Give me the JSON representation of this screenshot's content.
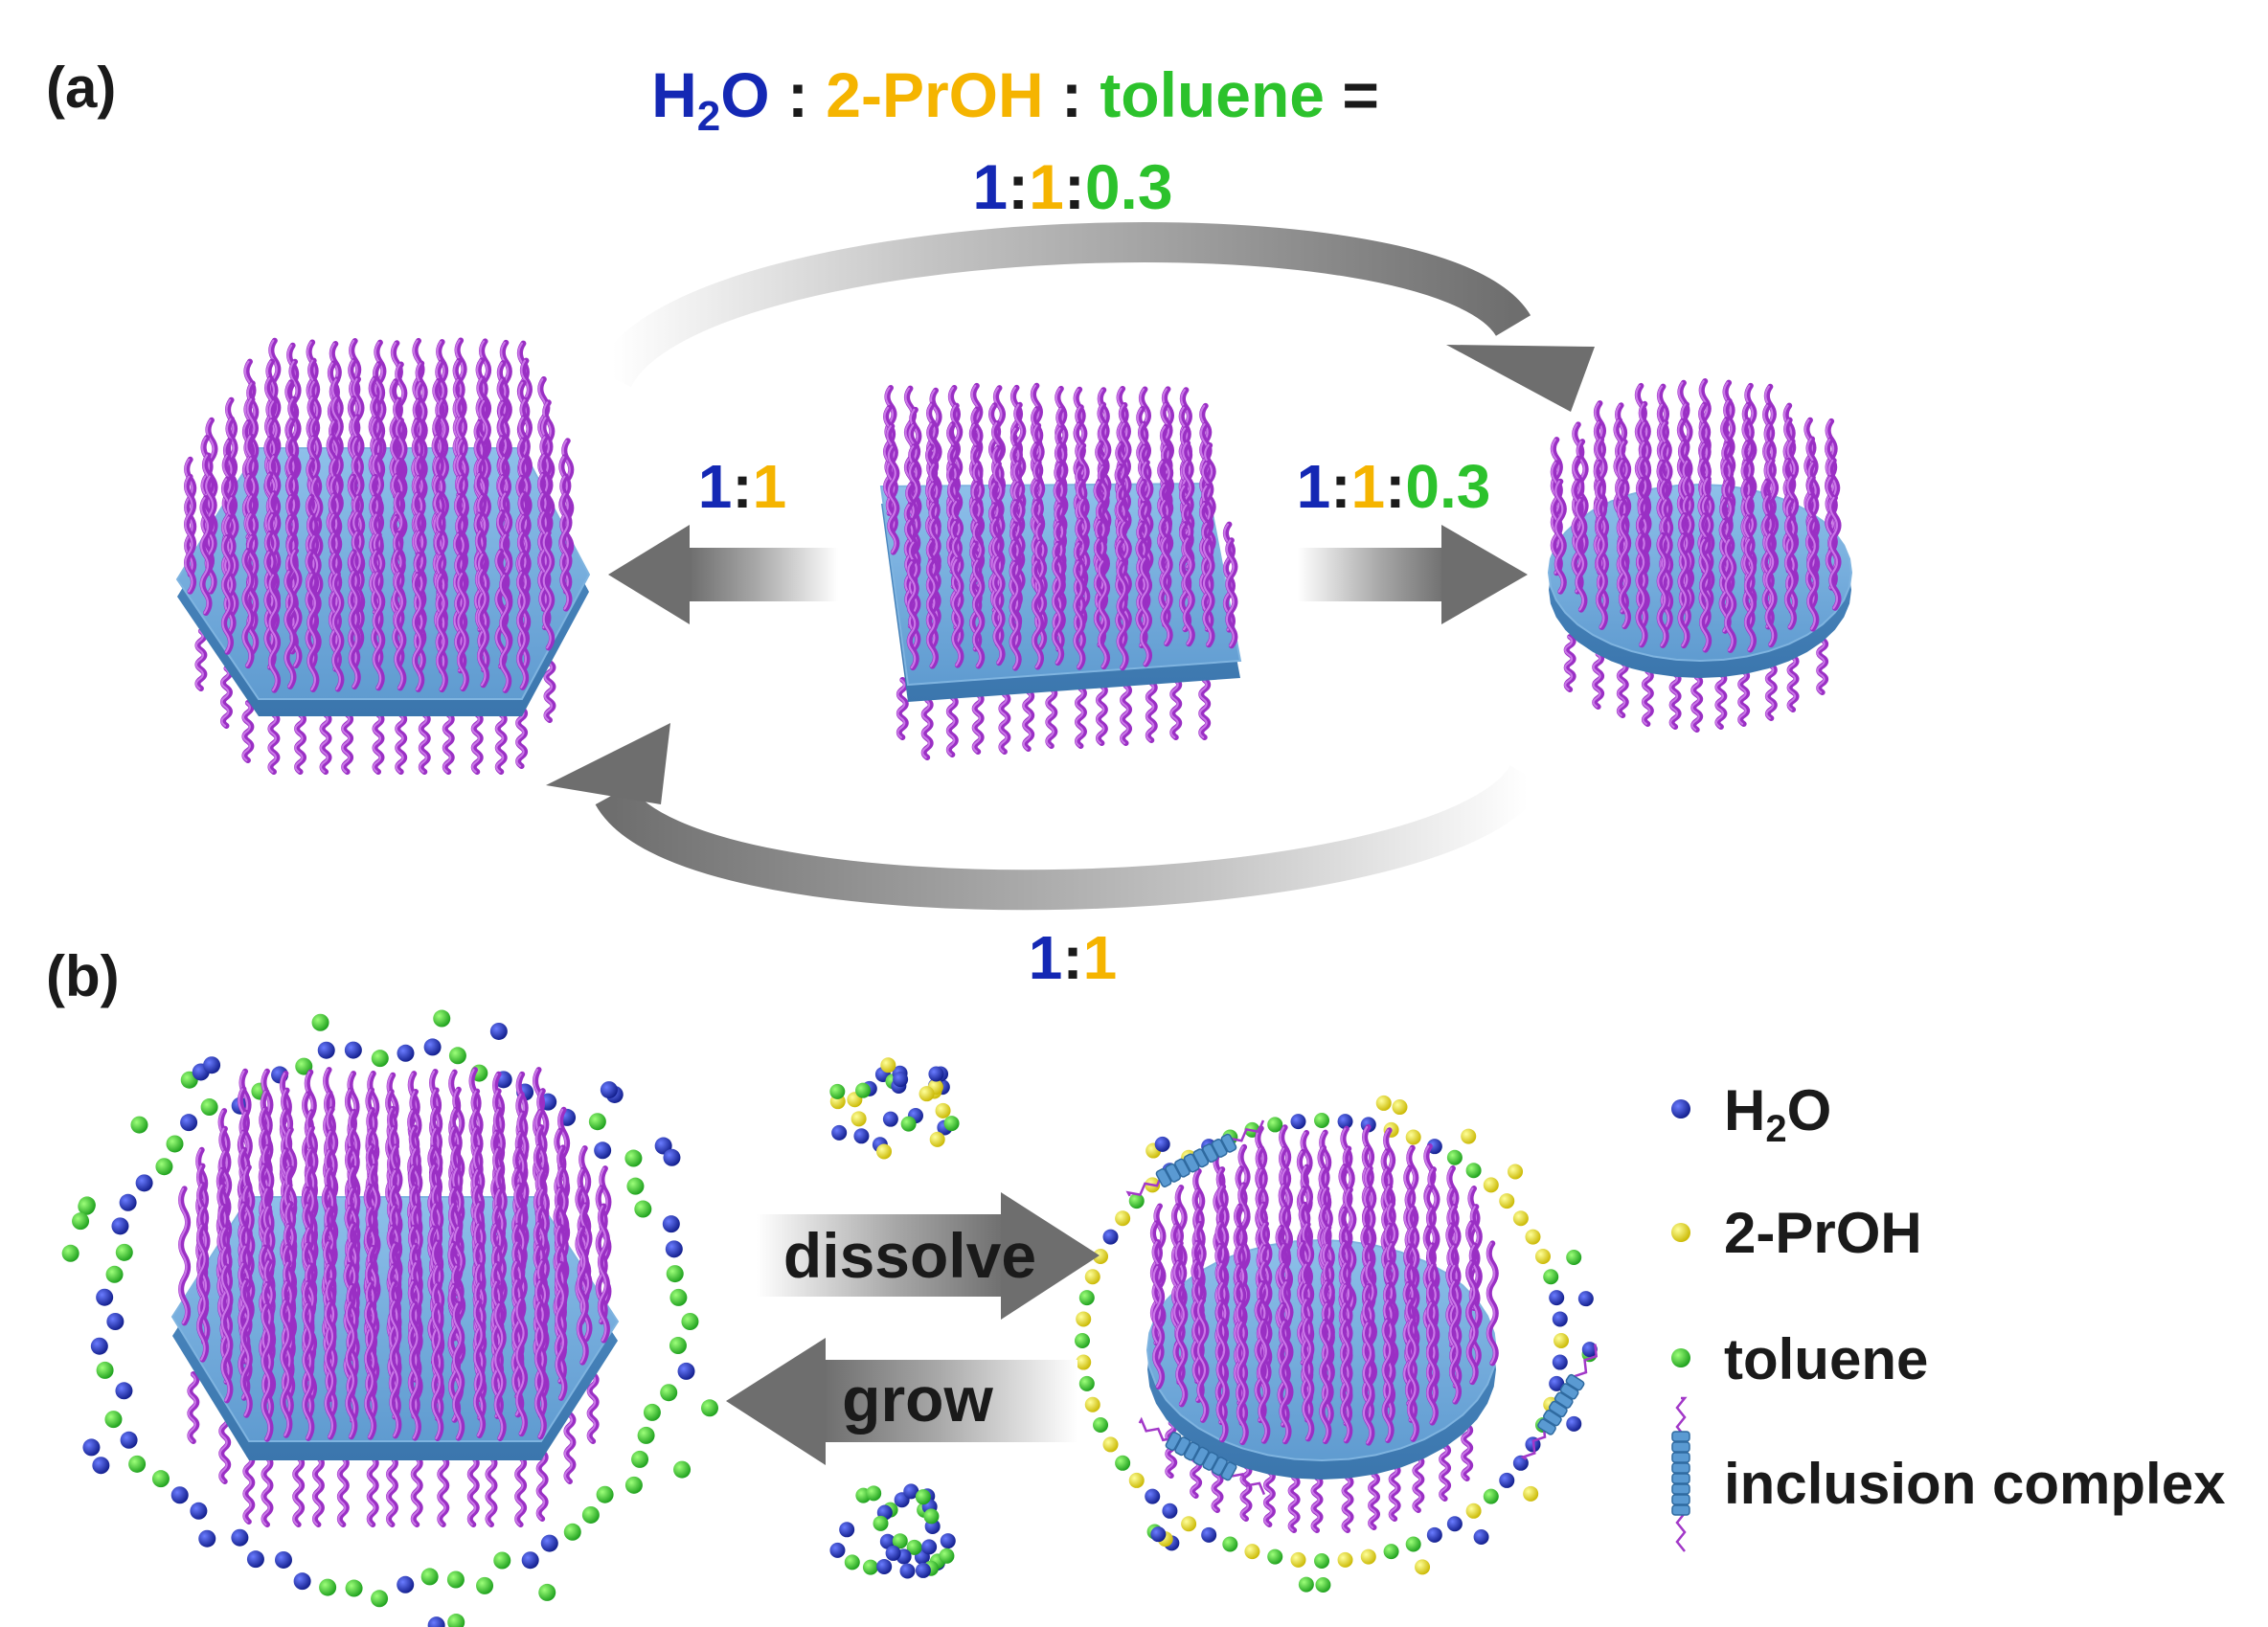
{
  "colors": {
    "h2o": "#1428b4",
    "propanol": "#f5b400",
    "toluene": "#2cc22c",
    "dark": "#1a1a1a",
    "chain": "#a238c8",
    "chain_light": "#cf7ae6",
    "plate": "#6ea8d8",
    "plate_edge": "#4f8cc4",
    "arrow": "#7a7a7a",
    "bead_yellow": "#e9e21a"
  },
  "panel_a": {
    "label": "(a)",
    "title": {
      "h2o_H": "H",
      "h2o_sub": "2",
      "h2o_O": "O",
      "sep1": " : ",
      "propanol": "2-PrOH",
      "sep2": " : ",
      "toluene": "toluene",
      "eq": " ="
    },
    "title_ratio": {
      "a": "1",
      "c1": ":",
      "b": "1",
      "c2": ":",
      "c": "0.3"
    },
    "left_ratio": {
      "a": "1",
      "c1": ":",
      "b": "1"
    },
    "right_ratio": {
      "a": "1",
      "c1": ":",
      "b": "1",
      "c2": ":",
      "c": "0.3"
    },
    "bottom_ratio": {
      "a": "1",
      "c1": ":",
      "b": "1"
    }
  },
  "panel_b": {
    "label": "(b)",
    "dissolve": "dissolve",
    "grow": "grow"
  },
  "legend": {
    "h2o_H": "H",
    "h2o_sub": "2",
    "h2o_O": "O",
    "propanol": "2-PrOH",
    "toluene": "toluene",
    "complex": "inclusion complex"
  }
}
